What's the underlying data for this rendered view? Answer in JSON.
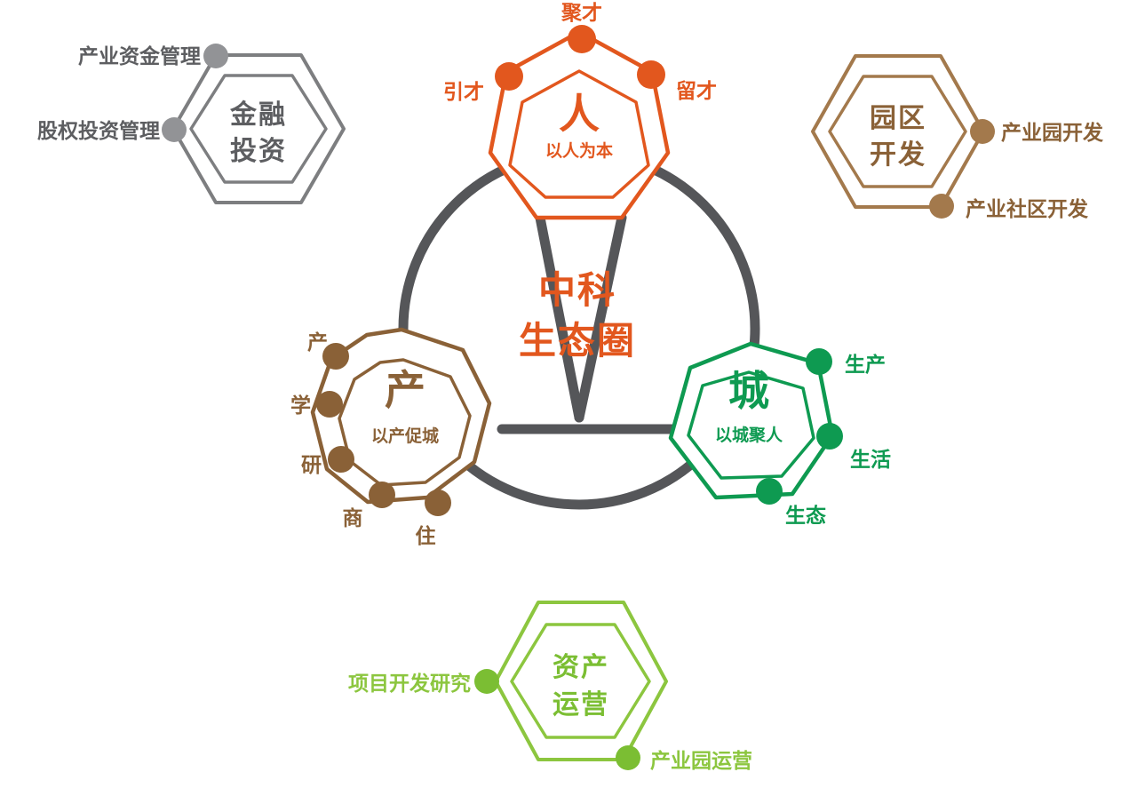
{
  "palette": {
    "orange": "#E2571E",
    "gray": "#555659",
    "brown": "#8A6137",
    "green": "#0E9A51",
    "light_green": "#8CC63F",
    "background": "#FFFFFF"
  },
  "center": {
    "title_line1": "中科",
    "title_line2": "生态圈",
    "color": "#E2571E"
  },
  "hubs": [
    {
      "id": "people",
      "glyph": "人",
      "motto": "以人为本",
      "color": "#E2571E",
      "nodes": [
        {
          "label": "引才",
          "position": "left"
        },
        {
          "label": "聚才",
          "position": "top"
        },
        {
          "label": "留才",
          "position": "right"
        }
      ]
    },
    {
      "id": "industry",
      "glyph": "产",
      "motto": "以产促城",
      "color": "#8A6137",
      "nodes": [
        {
          "label": "产",
          "position": "top-left"
        },
        {
          "label": "学",
          "position": "left-upper"
        },
        {
          "label": "研",
          "position": "left-lower"
        },
        {
          "label": "商",
          "position": "bottom-left"
        },
        {
          "label": "住",
          "position": "bottom"
        }
      ]
    },
    {
      "id": "city",
      "glyph": "城",
      "motto": "以城聚人",
      "color": "#0E9A51",
      "nodes": [
        {
          "label": "生产",
          "position": "top-right"
        },
        {
          "label": "生活",
          "position": "right"
        },
        {
          "label": "生态",
          "position": "bottom-right"
        }
      ]
    }
  ],
  "hexagons": [
    {
      "id": "finance",
      "title_line1": "金融",
      "title_line2": "投资",
      "color": "#7D7E80",
      "nodes": [
        {
          "label": "产业资金管理",
          "align": "right"
        },
        {
          "label": "股权投资管理",
          "align": "right"
        }
      ]
    },
    {
      "id": "park-development",
      "title_line1": "园区",
      "title_line2": "开发",
      "color": "#A3794C",
      "nodes": [
        {
          "label": "产业园开发",
          "align": "left"
        },
        {
          "label": "产业社区开发",
          "align": "left"
        }
      ]
    },
    {
      "id": "asset-operation",
      "title_line1": "资产",
      "title_line2": "运营",
      "color": "#8CC63F",
      "nodes": [
        {
          "label": "项目开发研究",
          "align": "right"
        },
        {
          "label": "产业园运营",
          "align": "left"
        }
      ]
    }
  ]
}
